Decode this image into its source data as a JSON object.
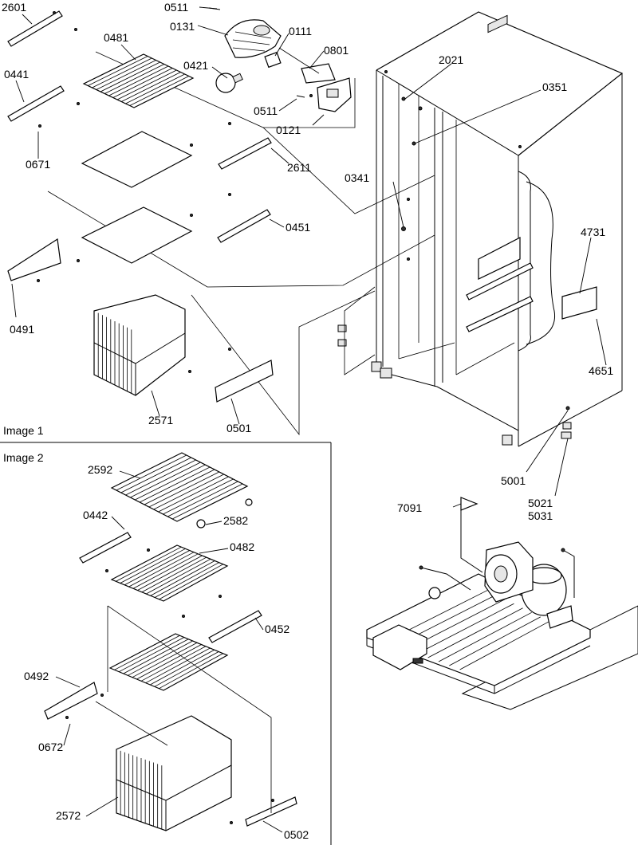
{
  "sections": {
    "image1": "Image 1",
    "image2": "Image 2"
  },
  "labels": {
    "p2601": "2601",
    "p0481": "0481",
    "p0511a": "0511",
    "p0131": "0131",
    "p0111": "0111",
    "p0801": "0801",
    "p0421": "0421",
    "p0511b": "0511",
    "p0121": "0121",
    "p0441": "0441",
    "p0671": "0671",
    "p2611": "2611",
    "p0451": "0451",
    "p0491": "0491",
    "p2571": "2571",
    "p0501": "0501",
    "p2021": "2021",
    "p0351": "0351",
    "p0341": "0341",
    "p4731": "4731",
    "p4651": "4651",
    "p5001": "5001",
    "p5021": "5021",
    "p5031": "5031",
    "p7091": "7091",
    "p2592": "2592",
    "p0442": "0442",
    "p2582": "2582",
    "p0482": "0482",
    "p0452": "0452",
    "p0492": "0492",
    "p0672": "0672",
    "p2572": "2572",
    "p0502": "0502"
  }
}
